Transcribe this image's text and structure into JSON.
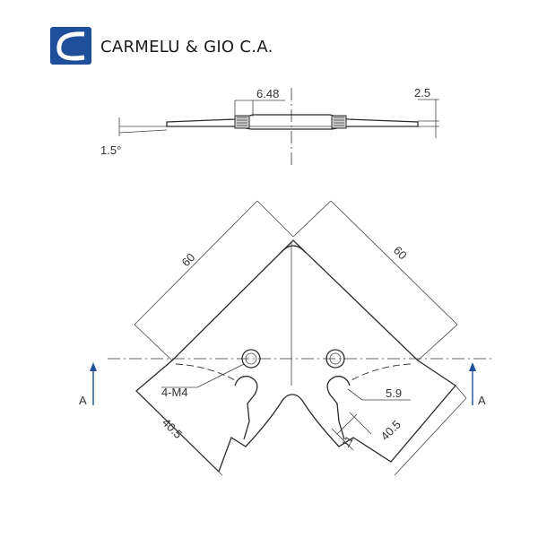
{
  "brand": {
    "name": "CARMELU & GIO C.A.",
    "logo_color": "#1f4f9a"
  },
  "side_view": {
    "dims": {
      "slot_width": "6.48",
      "thickness": "2.5",
      "angle": "1.5°"
    }
  },
  "top_view": {
    "dims": {
      "left_leg_length": "60",
      "right_leg_length": "60",
      "left_width": "40.5",
      "right_width": "40.5",
      "hole_label": "4-M4",
      "slot_radius": "5.9",
      "slot_length": "11"
    },
    "section": {
      "left": "A",
      "right": "A"
    }
  }
}
